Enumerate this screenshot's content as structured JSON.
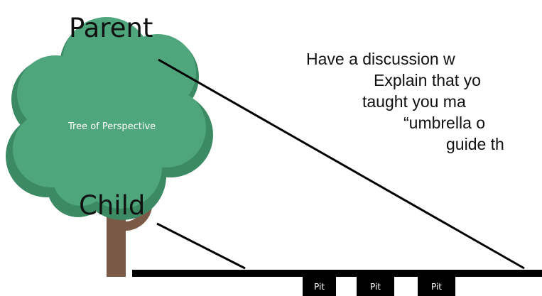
{
  "tree": {
    "caption": "Tree of Perspective",
    "foliage_color": "#4fa67c",
    "foliage_shadow_color": "#3b8a63",
    "trunk_color": "#7a5a47"
  },
  "labels": {
    "parent": "Parent",
    "child": "Child"
  },
  "body_text": {
    "lines": [
      "Have a discussion w",
      "Explain that yo",
      "taught you ma",
      "“umbrella o",
      "guide th"
    ]
  },
  "pits": [
    {
      "label": "Pit"
    },
    {
      "label": "Pit"
    },
    {
      "label": "Pit"
    }
  ]
}
